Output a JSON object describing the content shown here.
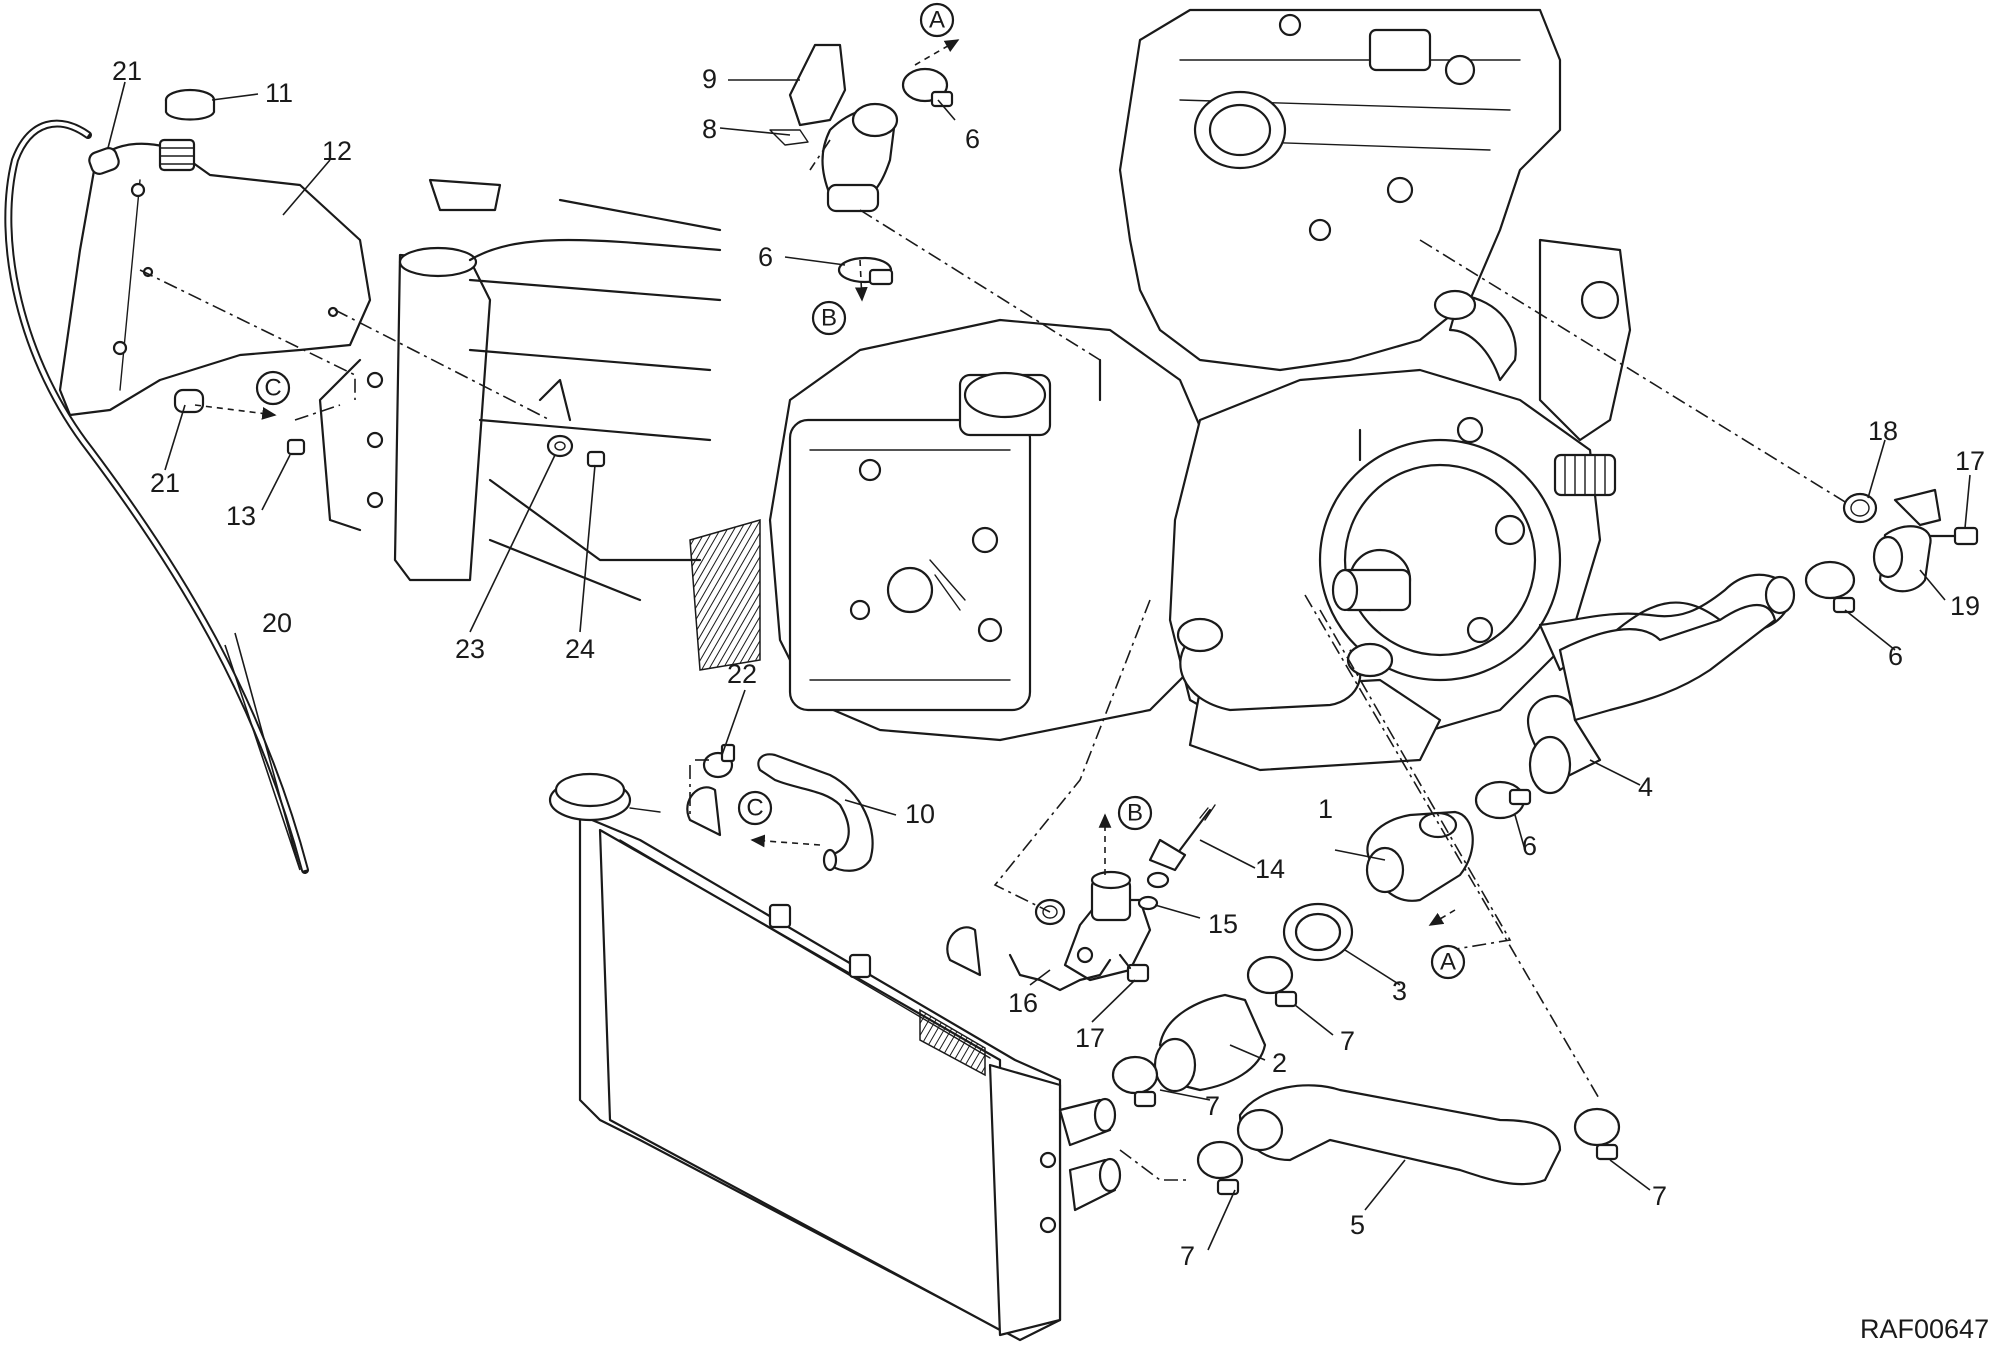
{
  "drawing_code": "RAF00647",
  "part_numbers": {
    "p1": "1",
    "p2": "2",
    "p3": "3",
    "p4": "4",
    "p5": "5",
    "p6a": "6",
    "p6b": "6",
    "p6c": "6",
    "p6d": "6",
    "p7a": "7",
    "p7b": "7",
    "p7c": "7",
    "p7d": "7",
    "p8": "8",
    "p9": "9",
    "p10": "10",
    "p11": "11",
    "p12": "12",
    "p13": "13",
    "p14": "14",
    "p15": "15",
    "p16": "16",
    "p17a": "17",
    "p17b": "17",
    "p18": "18",
    "p19": "19",
    "p20": "20",
    "p21a": "21",
    "p21b": "21",
    "p22": "22",
    "p23": "23",
    "p24": "24"
  },
  "connection_refs": {
    "A_top": "A",
    "A_lower": "A",
    "B_top": "B",
    "B_lower": "B",
    "C_left": "C",
    "C_lower": "C"
  },
  "colors": {
    "line": "#1a1a1a",
    "background": "#ffffff"
  }
}
